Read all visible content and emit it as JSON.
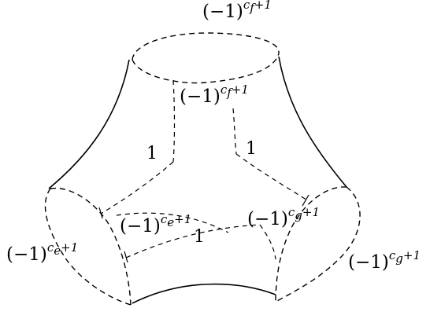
{
  "labels": {
    "top_outer": {
      "base": "(−1)",
      "exp": "c",
      "sub": "f",
      "rest": "+1"
    },
    "top_inner": {
      "base": "(−1)",
      "exp": "c",
      "sub": "f",
      "rest": "+1"
    },
    "left_outer": {
      "base": "(−1)",
      "exp": "c",
      "sub": "e",
      "rest": "+1"
    },
    "left_inner": {
      "base": "(−1)",
      "exp": "c",
      "sub": "e",
      "rest": "+1"
    },
    "right_outer": {
      "base": "(−1)",
      "exp": "c",
      "sub": "g",
      "rest": "+1"
    },
    "right_inner": {
      "base": "(−1)",
      "exp": "c",
      "sub": "g",
      "rest": "+1"
    },
    "face_left": "1",
    "face_right": "1",
    "face_bottom": "1"
  }
}
